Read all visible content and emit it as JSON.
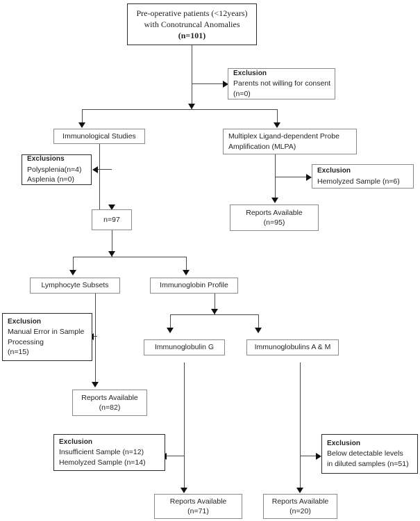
{
  "diagram": {
    "type": "flowchart",
    "title": "Pre-operative patients with Conotruncal Anomalies study flow",
    "nodes": {
      "root": {
        "line1": "Pre-operative patients (<12years)",
        "line2": "with Conotruncal Anomalies",
        "line3": "(n=101)"
      },
      "exclusion_consent": {
        "header": "Exclusion",
        "line1": "Parents not willing for consent",
        "line2": "(n=0)"
      },
      "immunological_studies": {
        "line1": "Immunological Studies"
      },
      "mlpa": {
        "line1": "Multiplex Ligand-dependent Probe",
        "line2": "Amplification (MLPA)"
      },
      "exclusions_splenia": {
        "header": "Exclusions",
        "line1": "Polysplenia(n=4)",
        "line2": "Asplenia (n=0)"
      },
      "exclusion_hemolyzed_mlpa": {
        "header": "Exclusion",
        "line1": "Hemolyzed Sample (n=6)"
      },
      "reports_95": {
        "line1": "Reports Available",
        "line2": "(n=95)"
      },
      "n97": {
        "line1": "n=97"
      },
      "lymphocyte_subsets": {
        "line1": "Lymphocyte Subsets"
      },
      "immunoglobin_profile": {
        "line1": "Immunoglobin Profile"
      },
      "exclusion_manual_error": {
        "header": "Exclusion",
        "line1": "Manual Error in Sample",
        "line2": "Processing",
        "line3": "(n=15)"
      },
      "immunoglobulin_g": {
        "line1": "Immunoglobulin G"
      },
      "immunoglobulins_am": {
        "line1": "Immunoglobulins A & M"
      },
      "reports_82": {
        "line1": "Reports Available",
        "line2": "(n=82)"
      },
      "exclusion_igg": {
        "header": "Exclusion",
        "line1": "Insufficient Sample (n=12)",
        "line2": "Hemolyzed Sample (n=14)"
      },
      "exclusion_igam": {
        "header": "Exclusion",
        "line1": "Below detectable levels",
        "line2": "in diluted samples (n=51)"
      },
      "reports_71": {
        "line1": "Reports Available",
        "line2": "(n=71)"
      },
      "reports_20": {
        "line1": "Reports Available",
        "line2": "(n=20)"
      }
    },
    "colors": {
      "box_border": "#8a8a8a",
      "connector": "#4a4a4a",
      "arrow": "#111111",
      "text": "#231f20",
      "background": "#ffffff"
    }
  }
}
